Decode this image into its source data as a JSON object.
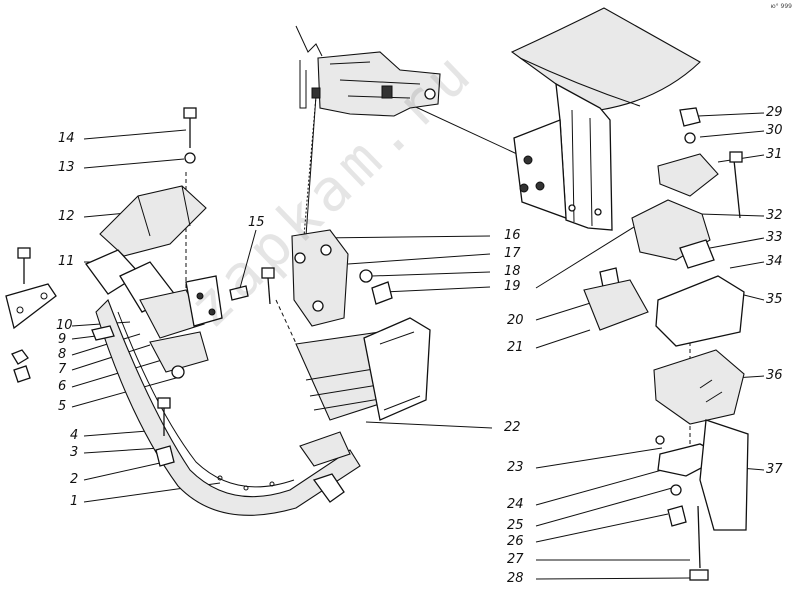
{
  "corner_mark": "ю° 999",
  "watermark": "zapkam.ru",
  "callouts": {
    "c1": "1",
    "c2": "2",
    "c3": "3",
    "c4": "4",
    "c5": "5",
    "c6": "6",
    "c7": "7",
    "c8": "8",
    "c9": "9",
    "c10": "10",
    "c11": "11",
    "c12": "12",
    "c13": "13",
    "c14": "14",
    "c15": "15",
    "c16": "16",
    "c17": "17",
    "c18": "18",
    "c19": "19",
    "c20": "20",
    "c21": "21",
    "c22": "22",
    "c23": "23",
    "c24": "24",
    "c25": "25",
    "c26": "26",
    "c27": "27",
    "c28": "28",
    "c29": "29",
    "c30": "30",
    "c31": "31",
    "c32": "32",
    "c33": "33",
    "c34": "34",
    "c35": "35",
    "c36": "36",
    "c37": "37"
  }
}
